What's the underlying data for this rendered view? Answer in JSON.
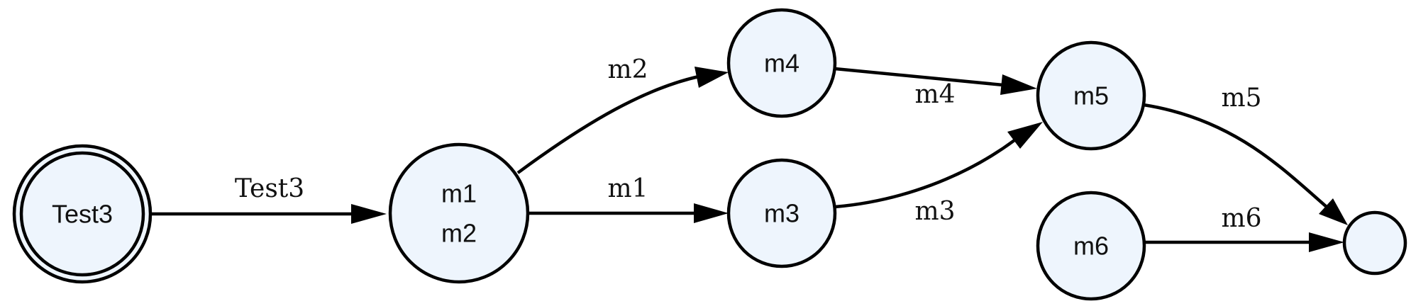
{
  "diagram": {
    "type": "state-transition-graph",
    "nodes": [
      {
        "id": "test3",
        "lines": [
          "Test3"
        ],
        "initial": true
      },
      {
        "id": "m1m2",
        "lines": [
          "m1",
          "m2"
        ]
      },
      {
        "id": "m4",
        "lines": [
          "m4"
        ]
      },
      {
        "id": "m3",
        "lines": [
          "m3"
        ]
      },
      {
        "id": "m5",
        "lines": [
          "m5"
        ]
      },
      {
        "id": "m6",
        "lines": [
          "m6"
        ]
      },
      {
        "id": "end",
        "lines": []
      }
    ],
    "edges": [
      {
        "from": "test3",
        "to": "m1m2",
        "label": "Test3"
      },
      {
        "from": "m1m2",
        "to": "m4",
        "label": "m2"
      },
      {
        "from": "m1m2",
        "to": "m3",
        "label": "m1"
      },
      {
        "from": "m4",
        "to": "m5",
        "label": "m4"
      },
      {
        "from": "m3",
        "to": "m5",
        "label": "m3"
      },
      {
        "from": "m5",
        "to": "end",
        "label": "m5"
      },
      {
        "from": "m6",
        "to": "end",
        "label": "m6"
      }
    ]
  },
  "colors": {
    "node_fill": "#eef5fd",
    "stroke": "#000000",
    "text": "#111111"
  }
}
